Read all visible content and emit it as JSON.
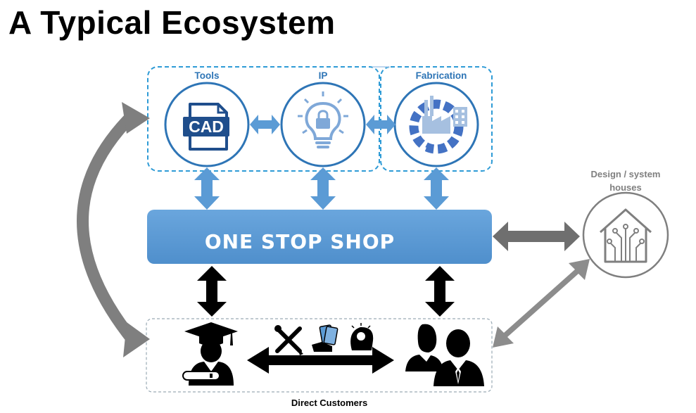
{
  "title": "A Typical Ecosystem",
  "labels": {
    "tools": "Tools",
    "ip": "IP",
    "fabrication": "Fabrication",
    "design_line1": "Design / system",
    "design_line2": "houses",
    "one_stop_shop": "ONE STOP SHOP",
    "direct_customers": "Direct Customers",
    "cad": "CAD"
  },
  "icons": {
    "tools": "cad-file-icon",
    "ip": "lightbulb-lock-icon",
    "fabrication": "factory-gear-icon",
    "design_houses": "house-circuit-icon",
    "graduate": "graduate-icon",
    "tools_mini": "wrench-pencil-icon",
    "money_mini": "money-hand-icon",
    "idea_mini": "head-lightbulb-icon",
    "customers": "business-people-icon"
  },
  "colors": {
    "accent_blue": "#2e75b6",
    "light_blue": "#5b9bd5",
    "grey_arrow": "#7f7f7f",
    "dark": "#000000"
  }
}
